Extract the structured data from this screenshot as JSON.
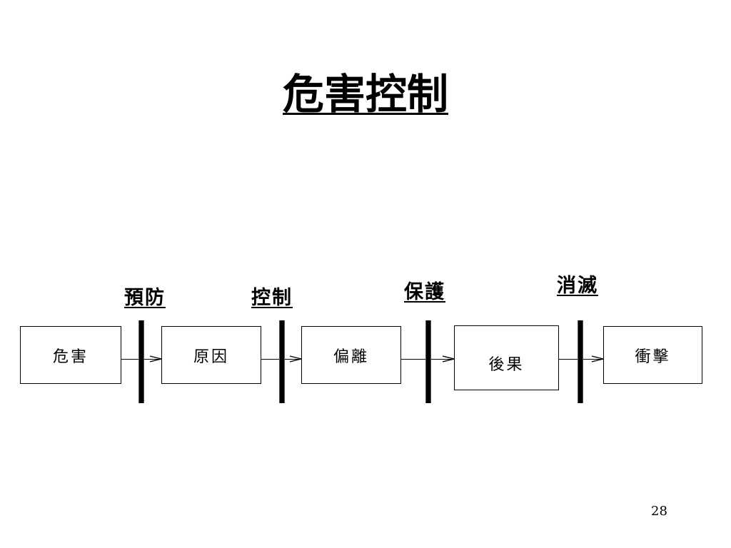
{
  "slide": {
    "title": "危害控制",
    "page_number": "28"
  },
  "diagram": {
    "boxes": [
      {
        "label": "危害"
      },
      {
        "label": "原因"
      },
      {
        "label": "偏離"
      },
      {
        "label": "後果"
      },
      {
        "label": "衝擊"
      }
    ],
    "barriers": [
      {
        "label": "預防"
      },
      {
        "label": "控制"
      },
      {
        "label": "保護"
      },
      {
        "label": "消滅"
      }
    ]
  }
}
